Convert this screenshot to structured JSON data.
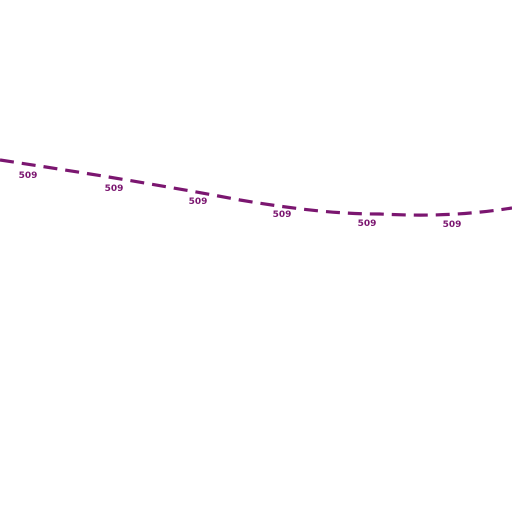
{
  "map": {
    "route": {
      "ref": "509",
      "color": "#7b1670",
      "style": "dashed"
    },
    "labels": [
      "509",
      "509",
      "509",
      "509",
      "509",
      "509"
    ]
  }
}
